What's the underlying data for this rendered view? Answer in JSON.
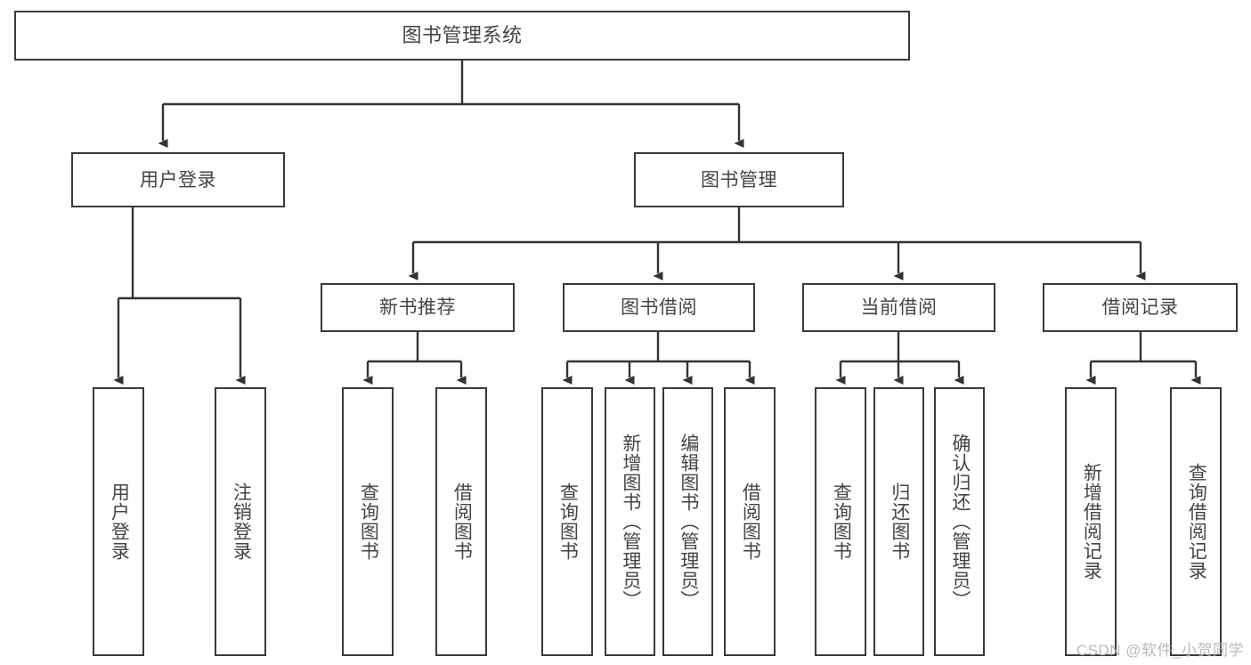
{
  "diagram": {
    "title": "图书管理系统",
    "watermark": "CSDN @软件_小贺同学",
    "level1": [
      {
        "label": "用户登录"
      },
      {
        "label": "图书管理"
      }
    ],
    "level2": [
      {
        "label": "新书推荐"
      },
      {
        "label": "图书借阅"
      },
      {
        "label": "当前借阅"
      },
      {
        "label": "借阅记录"
      }
    ],
    "leaves": {
      "user_login": [
        {
          "label": "用户登录"
        },
        {
          "label": "注销登录"
        }
      ],
      "new_book": [
        {
          "label": "查询图书"
        },
        {
          "label": "借阅图书"
        }
      ],
      "borrow": [
        {
          "label": "查询图书"
        },
        {
          "label": "新增图书（管理员）"
        },
        {
          "label": "编辑图书（管理员）"
        },
        {
          "label": "借阅图书"
        }
      ],
      "current": [
        {
          "label": "查询图书"
        },
        {
          "label": "归还图书"
        },
        {
          "label": "确认归还（管理员）"
        }
      ],
      "records": [
        {
          "label": "新增借阅记录"
        },
        {
          "label": "查询借阅记录"
        }
      ]
    },
    "colors": {
      "stroke": "#3a3a3a",
      "text": "#444444",
      "background": "#ffffff",
      "watermark": "#b9b9b9"
    }
  }
}
